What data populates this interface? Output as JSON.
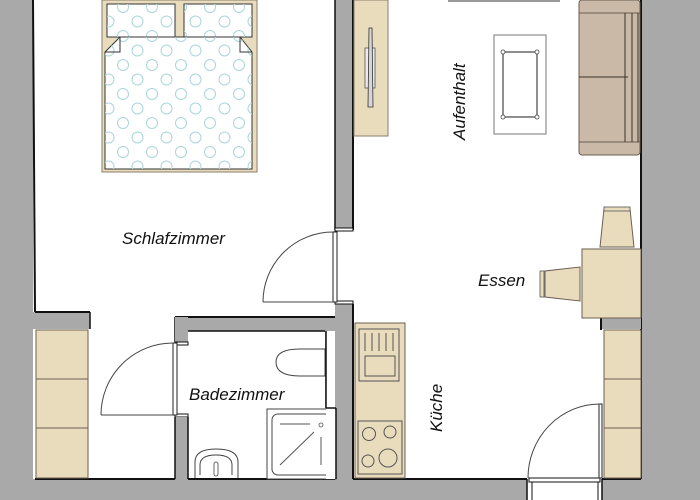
{
  "floorplan": {
    "rooms": {
      "bedroom": {
        "label": "Schlafzimmer"
      },
      "bathroom": {
        "label": "Badezimmer"
      },
      "living": {
        "label": "Aufenthalt"
      },
      "dining": {
        "label": "Essen"
      },
      "kitchen": {
        "label": "Küche"
      }
    },
    "colors": {
      "wall": "#a9a9a9",
      "wall_outline": "#111111",
      "furniture": "#e9dcbd",
      "sofa": "#c9b9a6",
      "bed_pattern": "#a9d6da",
      "floor": "#ffffff"
    }
  }
}
